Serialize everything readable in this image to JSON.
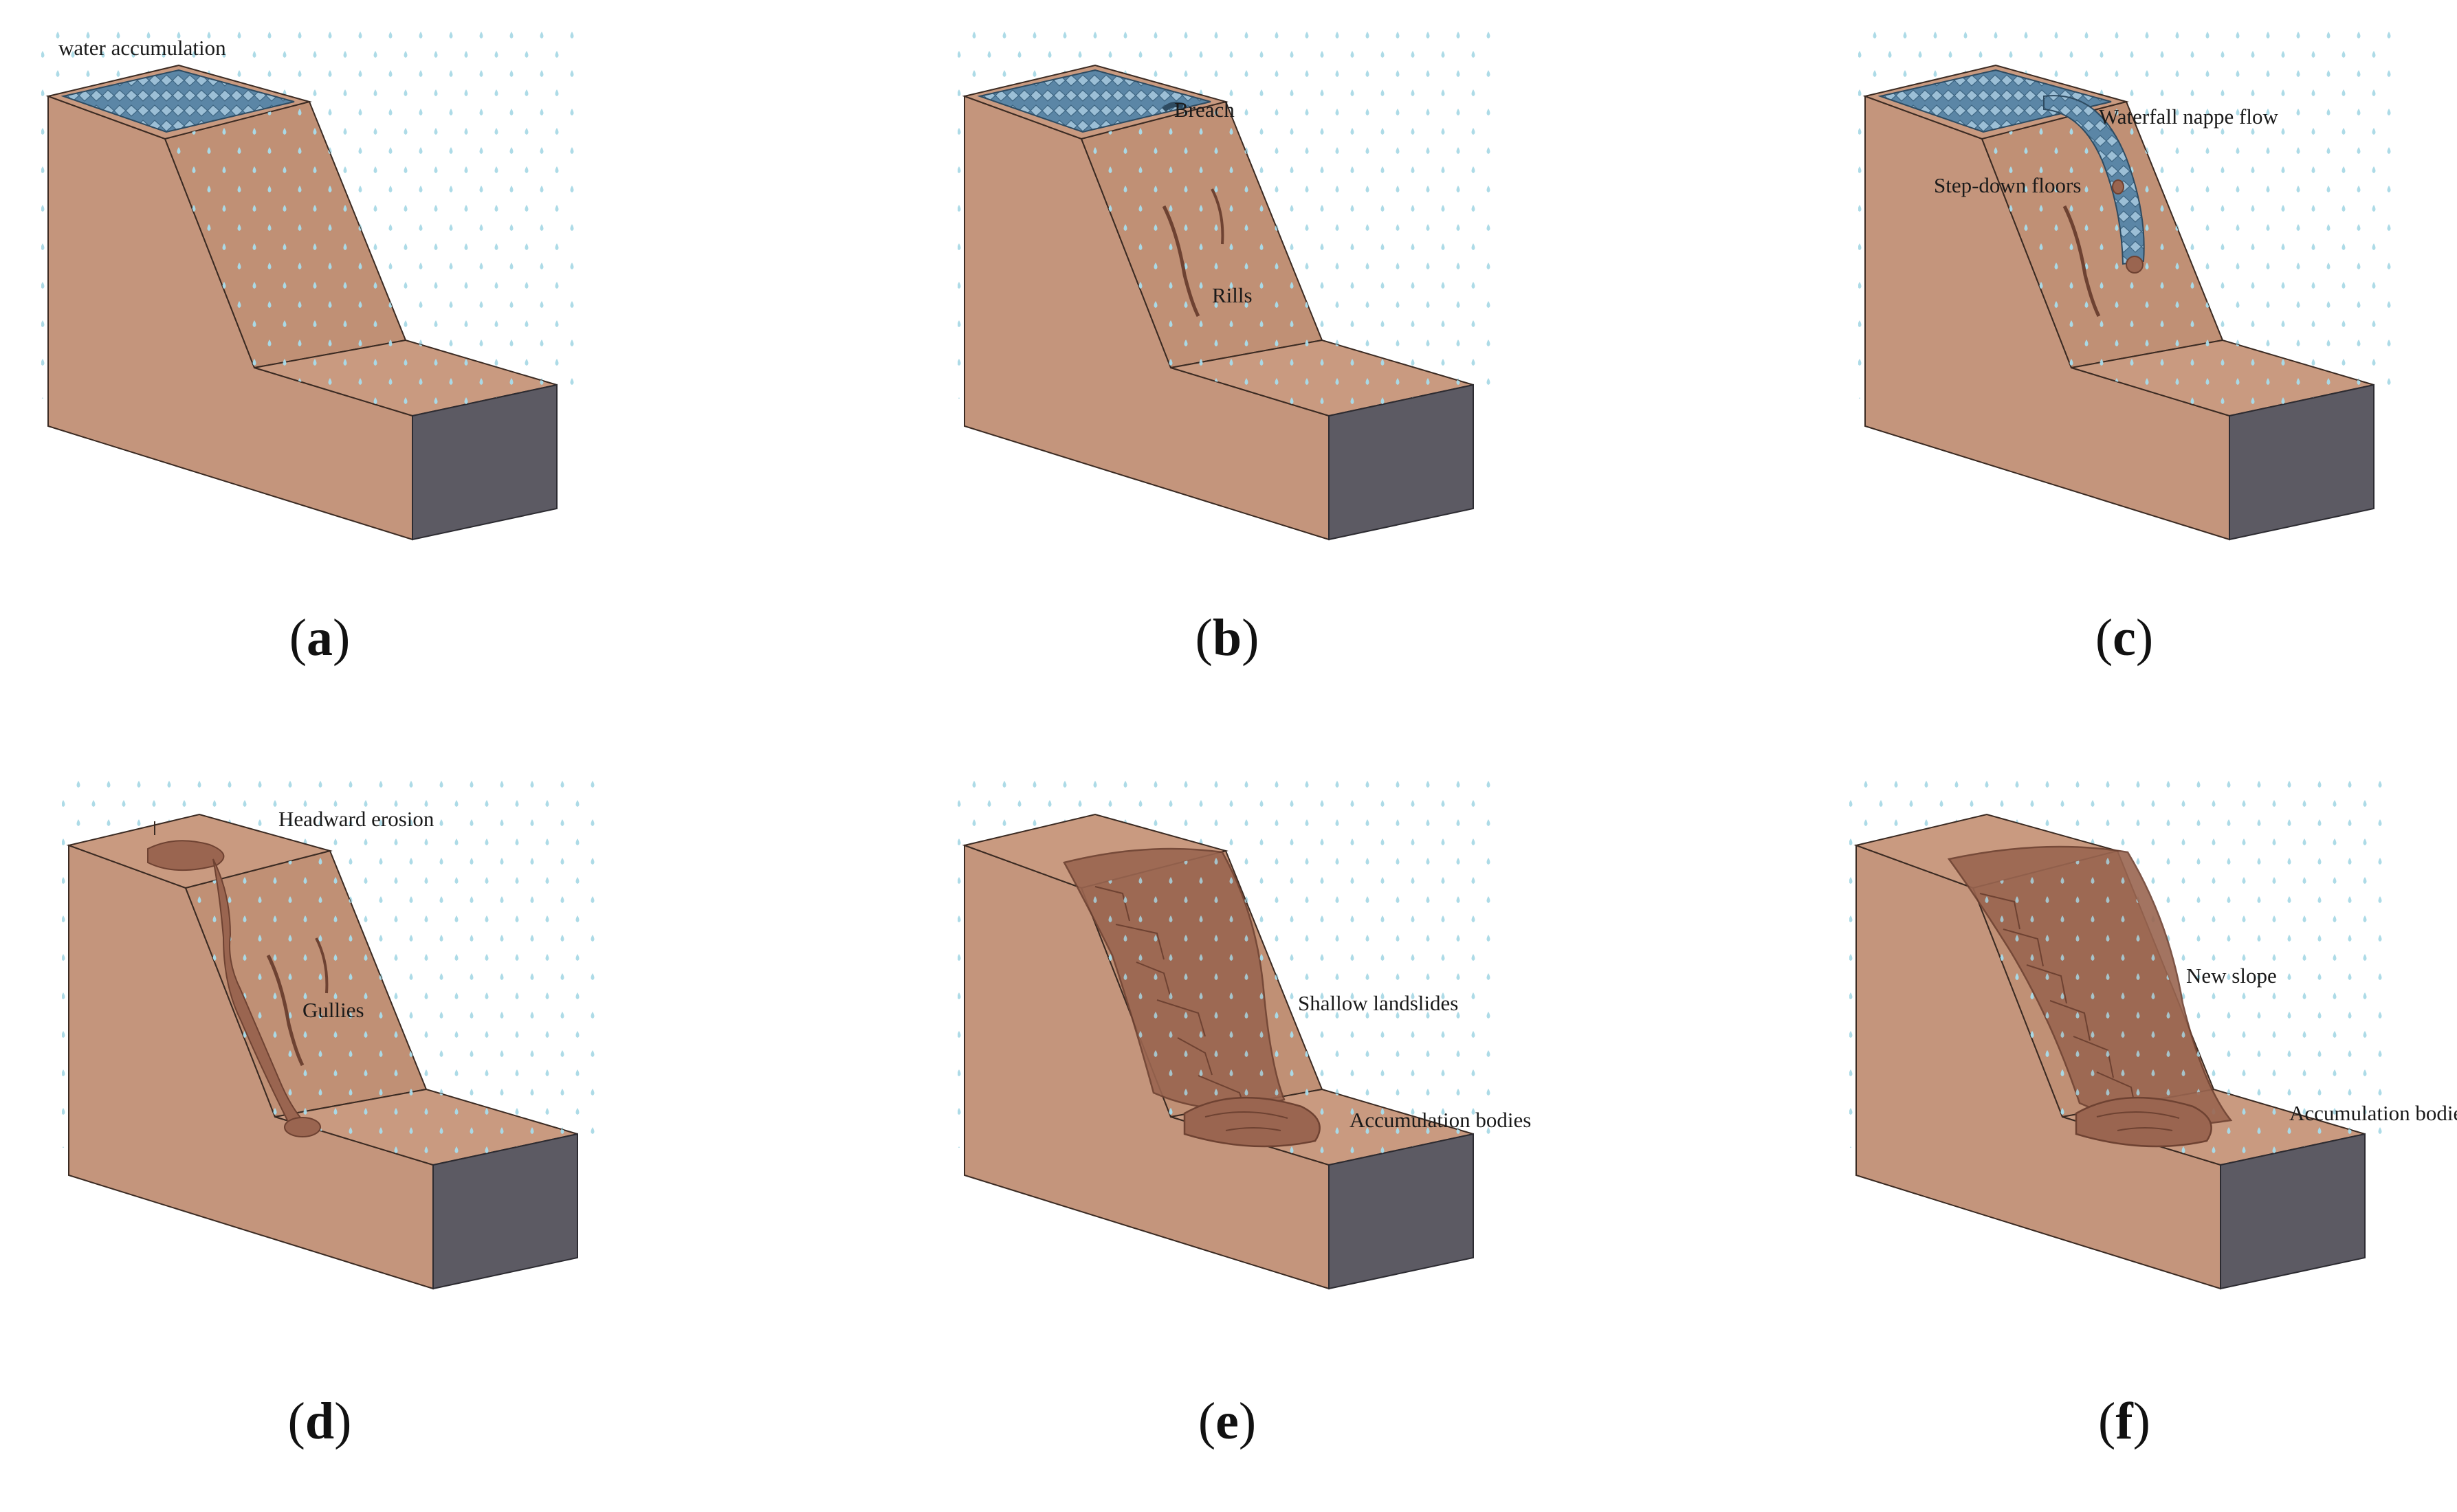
{
  "colors": {
    "soil_front": "#c4957c",
    "soil_top": "#c99a80",
    "soil_slope": "#c09075",
    "end_face": "#5c5a63",
    "outline": "#3a2a22",
    "rain": "#a9d9e6",
    "water": "#5b86a6",
    "water_light": "#9cbfd6",
    "erosion": "#9a6550",
    "erosion_dark": "#6e4232"
  },
  "panels": [
    {
      "id": "a",
      "caption": "a",
      "labels": [
        "water accumulation"
      ],
      "features": [
        "pond"
      ]
    },
    {
      "id": "b",
      "caption": "b",
      "labels": [
        "Breach",
        "Rills"
      ],
      "features": [
        "pond",
        "breach",
        "rills"
      ]
    },
    {
      "id": "c",
      "caption": "c",
      "labels": [
        "Waterfall nappe flow",
        "Step-down floors"
      ],
      "features": [
        "pond",
        "nappe",
        "rills",
        "step"
      ]
    },
    {
      "id": "d",
      "caption": "d",
      "labels": [
        "Headward erosion",
        "Gullies"
      ],
      "features": [
        "gully",
        "rills",
        "headcut"
      ]
    },
    {
      "id": "e",
      "caption": "e",
      "labels": [
        "Shallow landslides",
        "Accumulation bodies"
      ],
      "features": [
        "landslide",
        "deposit"
      ]
    },
    {
      "id": "f",
      "caption": "f",
      "labels": [
        "New slope",
        "Accumulation bodies"
      ],
      "features": [
        "newslope",
        "deposit"
      ]
    }
  ]
}
